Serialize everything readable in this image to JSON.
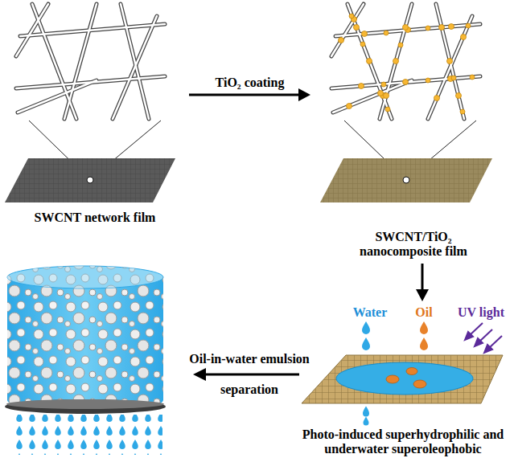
{
  "diagram": {
    "nodes": [
      {
        "text": [
          "SWCNT network film"
        ]
      },
      {
        "text": [
          "SWCNT/TiO₂ nanocomposite film"
        ]
      },
      {
        "text": [
          "Photo-induced superhydrophilic and underwater superoleophobic"
        ]
      }
    ],
    "edges": [
      {
        "from": 0,
        "to": 1,
        "arrow": "to",
        "label": "TiO₂ coating"
      },
      {
        "from": 1,
        "to": 2,
        "arrow": "to"
      }
    ],
    "labels": [
      "Water",
      "Oil",
      "UV light",
      "Oil-in-water emulsion",
      "separation"
    ]
  }
}
